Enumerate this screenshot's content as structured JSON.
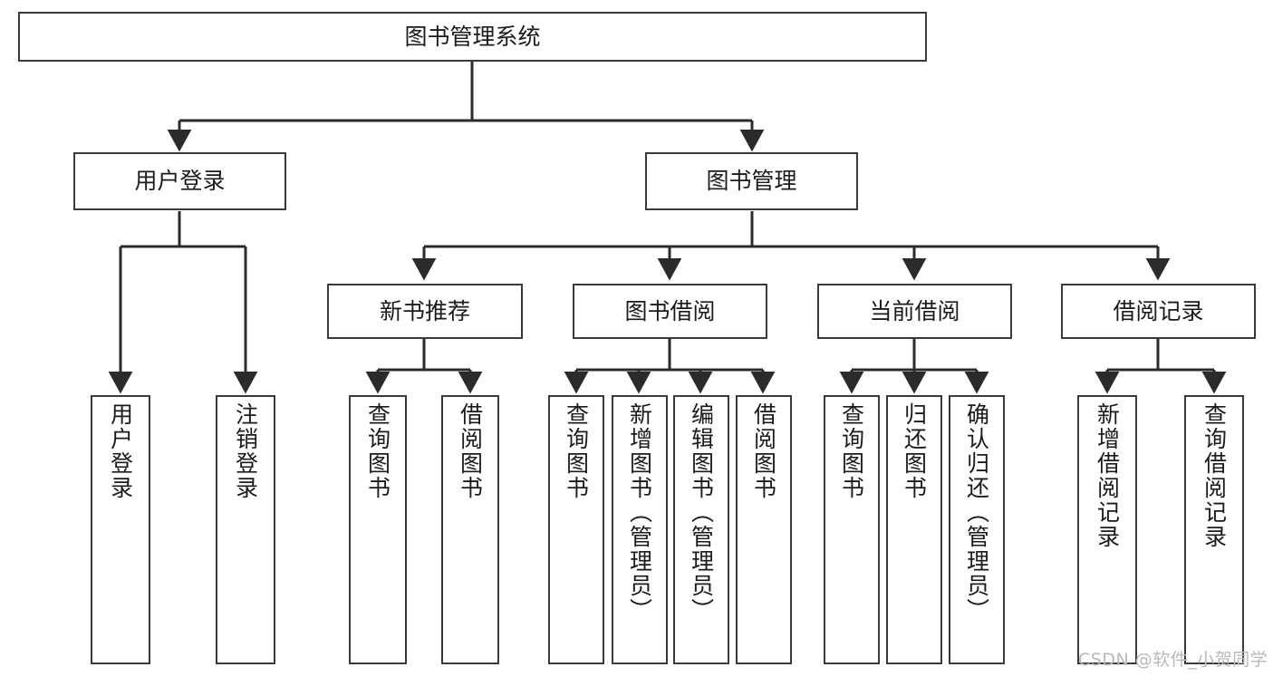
{
  "diagram": {
    "title": "图书管理系统",
    "watermark": "CSDN @软件_小贺同学",
    "colors": {
      "border": "#3a3a3a",
      "connector": "#2b2b2b",
      "background": "#ffffff",
      "text": "#1b1b1b",
      "watermark": "#b9b9b9"
    },
    "levels": {
      "root": {
        "label": "图书管理系统"
      },
      "level2": [
        {
          "label": "用户登录"
        },
        {
          "label": "图书管理"
        }
      ],
      "level3": [
        {
          "label": "新书推荐"
        },
        {
          "label": "图书借阅"
        },
        {
          "label": "当前借阅"
        },
        {
          "label": "借阅记录"
        }
      ],
      "leaves": [
        {
          "label": "用户登录",
          "parent": "用户登录"
        },
        {
          "label": "注销登录",
          "parent": "用户登录"
        },
        {
          "label": "查询图书",
          "parent": "新书推荐"
        },
        {
          "label": "借阅图书",
          "parent": "新书推荐"
        },
        {
          "label": "查询图书",
          "parent": "图书借阅"
        },
        {
          "label": "新增图书（管理员）",
          "parent": "图书借阅"
        },
        {
          "label": "编辑图书（管理员）",
          "parent": "图书借阅"
        },
        {
          "label": "借阅图书",
          "parent": "图书借阅"
        },
        {
          "label": "查询图书",
          "parent": "当前借阅"
        },
        {
          "label": "归还图书",
          "parent": "当前借阅"
        },
        {
          "label": "确认归还（管理员）",
          "parent": "当前借阅"
        },
        {
          "label": "新增借阅记录",
          "parent": "借阅记录"
        },
        {
          "label": "查询借阅记录",
          "parent": "借阅记录"
        }
      ]
    }
  }
}
